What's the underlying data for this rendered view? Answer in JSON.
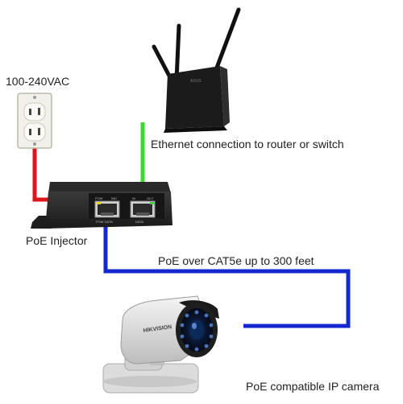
{
  "labels": {
    "power": "100-240VAC",
    "ethernet": "Ethernet connection to router or switch",
    "injector": "PoE Injector",
    "cable": "PoE over CAT5e up to 300 feet",
    "camera": "PoE compatible IP camera"
  },
  "devices": {
    "router_brand": "ASUS",
    "injector_ports": {
      "left_top": "POW",
      "left_top2": "IND",
      "right_top": "IN",
      "right_top2": "OUT",
      "left_bottom": "POW DATA",
      "right_bottom": "DATA"
    },
    "camera_brand": "HIKVISION"
  },
  "colors": {
    "power_wire": "#e0141e",
    "ethernet_wire": "#3bdc2c",
    "poe_cable": "#1428d2",
    "device_dark": "#1c1c1c",
    "camera_body": "#e4e4e4"
  }
}
